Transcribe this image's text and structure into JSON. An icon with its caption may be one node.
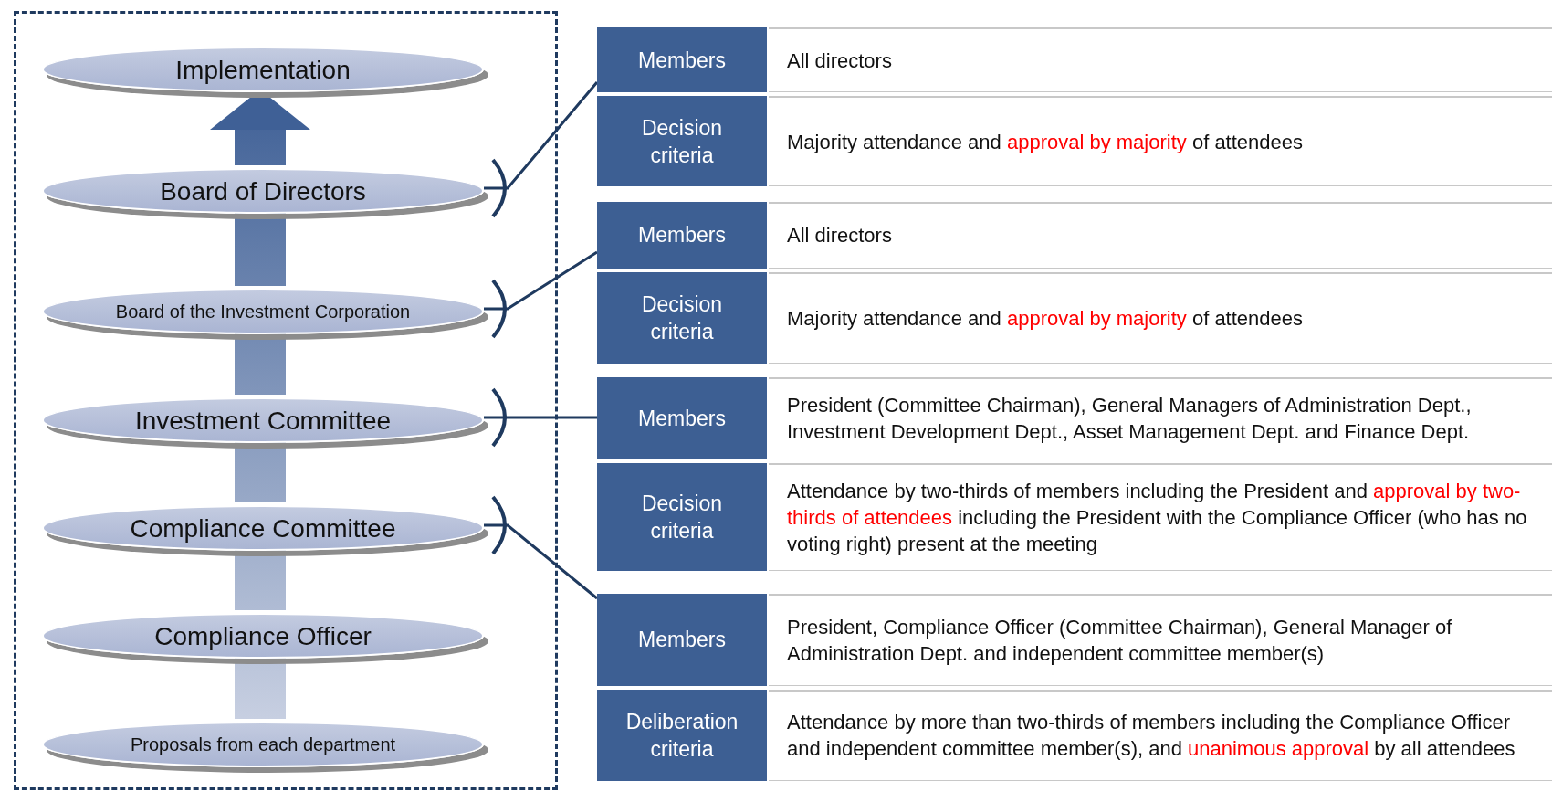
{
  "diagram": {
    "nodes": [
      {
        "text": [],
        "shape": "box"
      },
      {
        "text": [
          "Implementation"
        ],
        "in": 0
      },
      {
        "text": [
          "Board of Directors"
        ],
        "in": 0
      },
      {
        "text": [
          "Board of the Investment Corporation"
        ],
        "in": 0
      },
      {
        "text": [
          "Investment Committee"
        ],
        "in": 0
      },
      {
        "text": [
          "Compliance Committee"
        ],
        "in": 0
      },
      {
        "text": [
          "Compliance Officer"
        ],
        "in": 0
      },
      {
        "text": [
          "Proposals from each department"
        ],
        "in": 0
      },
      {
        "text": [],
        "shape": "box"
      },
      {
        "text": [
          "Members"
        ],
        "in": 8
      },
      {
        "text": [
          "All directors"
        ],
        "in": 8
      },
      {
        "text": [
          "Decision criteria"
        ],
        "in": 8
      },
      {
        "text": [
          "Majority attendance and **approval by majority** of attendees"
        ],
        "in": 8
      },
      {
        "text": [],
        "shape": "box"
      },
      {
        "text": [
          "Members"
        ],
        "in": 13
      },
      {
        "text": [
          "All directors"
        ],
        "in": 13
      },
      {
        "text": [
          "Decision criteria"
        ],
        "in": 13
      },
      {
        "text": [
          "Majority attendance and **approval by majority** of attendees"
        ],
        "in": 13
      },
      {
        "text": [],
        "shape": "box"
      },
      {
        "text": [
          "Members"
        ],
        "in": 18
      },
      {
        "text": [
          "President (Committee Chairman), General Managers of Administration Dept., Investment Development Dept.,  Asset Management Dept. and Finance Dept."
        ],
        "in": 18
      },
      {
        "text": [
          "Decision criteria"
        ],
        "in": 18
      },
      {
        "text": [
          "Attendance by two-thirds of members including the President and **approval by two-thirds of attendees** including the President with the Compliance Officer (who has no voting right) present at the meeting"
        ],
        "in": 18
      },
      {
        "text": [],
        "shape": "box"
      },
      {
        "text": [
          "Members"
        ],
        "in": 23
      },
      {
        "text": [
          "President, Compliance Officer (Committee Chairman), General Manager of Administration Dept. and independent committee member(s)"
        ],
        "in": 23
      },
      {
        "text": [
          "Deliberation criteria"
        ],
        "in": 23
      },
      {
        "text": [
          "Attendance by more than two-thirds of members including the Compliance Officer and independent committee member(s), and **unanimous approval** by all attendees"
        ],
        "in": 23
      }
    ],
    "edges": [
      {
        "from": 7,
        "to": 6,
        "arrow": "none",
        "style": "thick"
      },
      {
        "from": 6,
        "to": 5,
        "arrow": "none",
        "style": "thick"
      },
      {
        "from": 5,
        "to": 4,
        "arrow": "none",
        "style": "thick"
      },
      {
        "from": 4,
        "to": 3,
        "arrow": "none",
        "style": "thick"
      },
      {
        "from": 3,
        "to": 2,
        "arrow": "none",
        "style": "thick"
      },
      {
        "from": 2,
        "to": 1,
        "arrow": "to",
        "style": "thick"
      },
      {
        "from": 2,
        "to": 8,
        "arrow": "other"
      },
      {
        "from": 3,
        "to": 13,
        "arrow": "other"
      },
      {
        "from": 4,
        "to": 18,
        "arrow": "other"
      },
      {
        "from": 5,
        "to": 23,
        "arrow": "other"
      }
    ]
  }
}
